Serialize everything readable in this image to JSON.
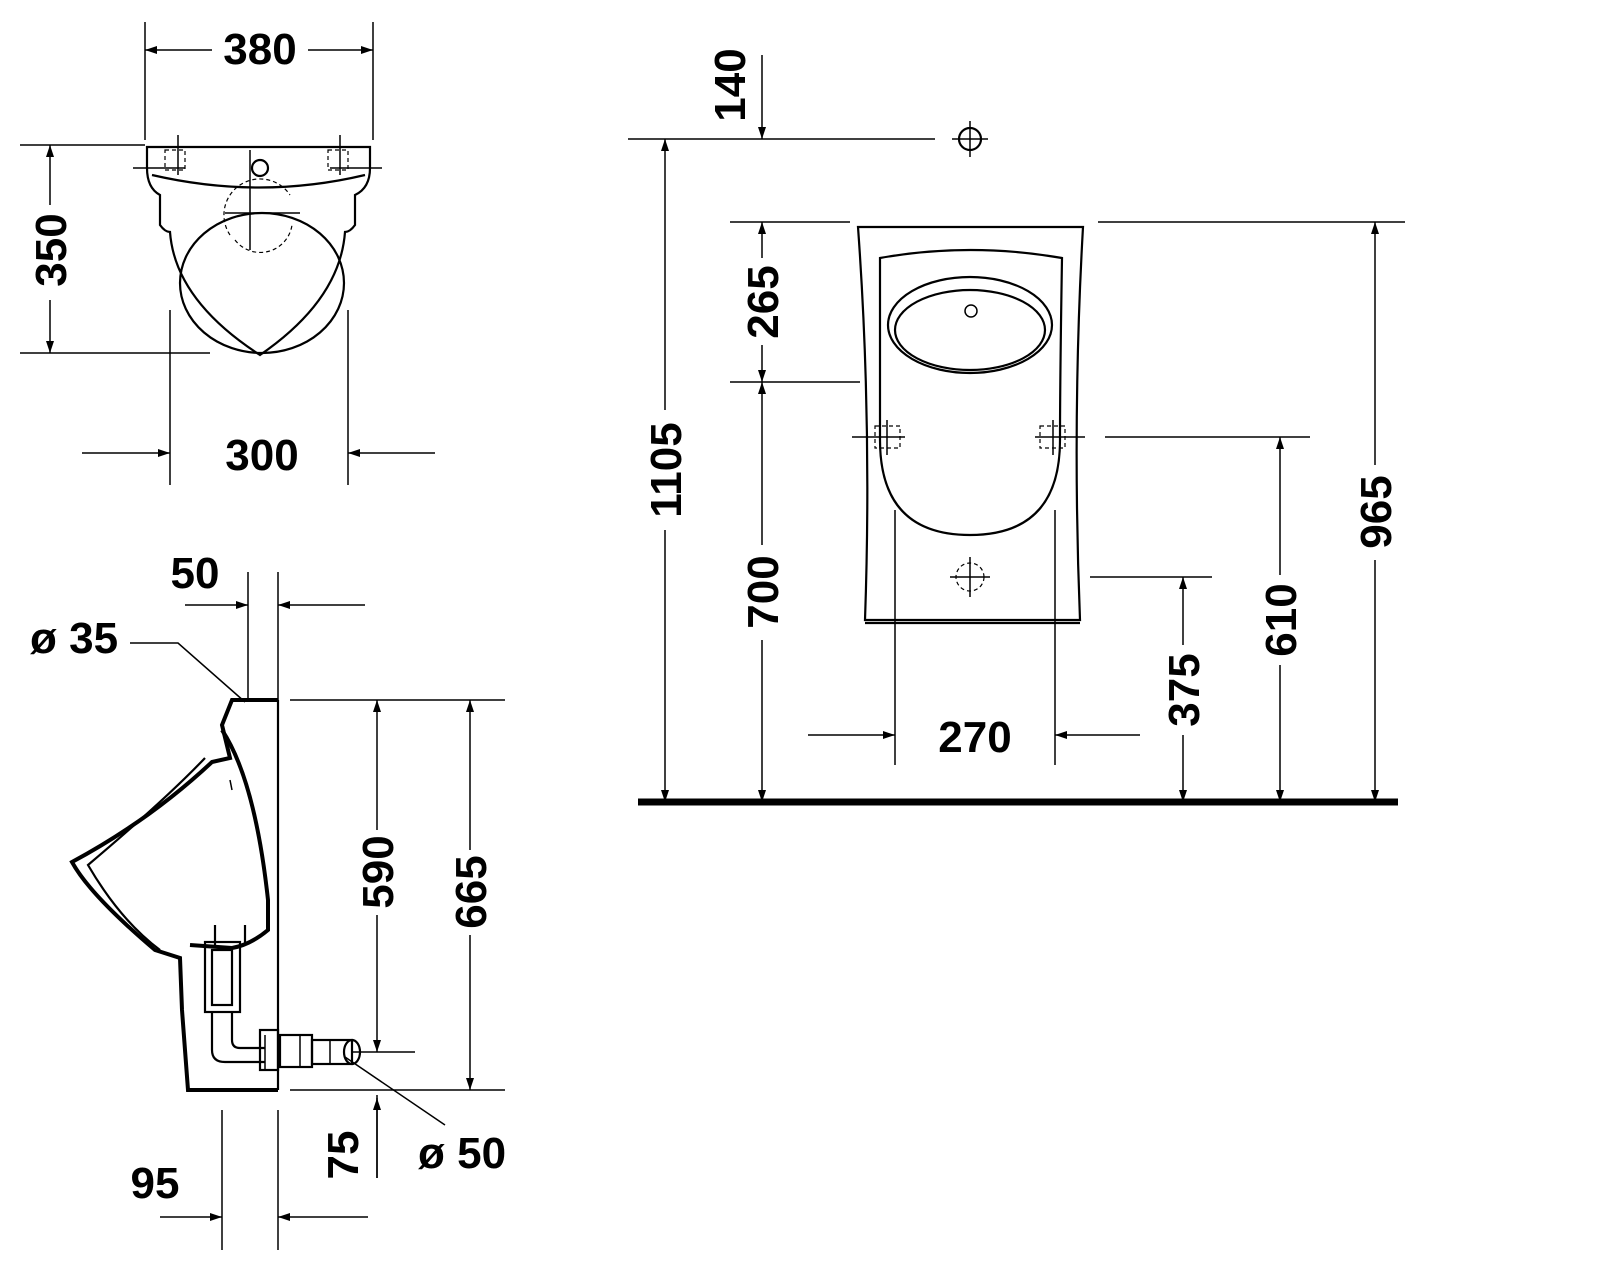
{
  "dimensions": {
    "top_view_width": "380",
    "top_view_depth": "350",
    "top_view_inner_width": "300",
    "side_inlet_offset": "50",
    "side_inlet_diameter": "ø 35",
    "side_height_590": "590",
    "side_height_665": "665",
    "side_outlet_diameter": "ø 50",
    "side_bottom_75": "75",
    "side_depth_95": "95",
    "front_inlet_above": "140",
    "front_top_265": "265",
    "front_total_1105": "1105",
    "front_height_700": "700",
    "front_height_965": "965",
    "front_fixing_610": "610",
    "front_outlet_375": "375",
    "front_fixing_width_270": "270"
  }
}
